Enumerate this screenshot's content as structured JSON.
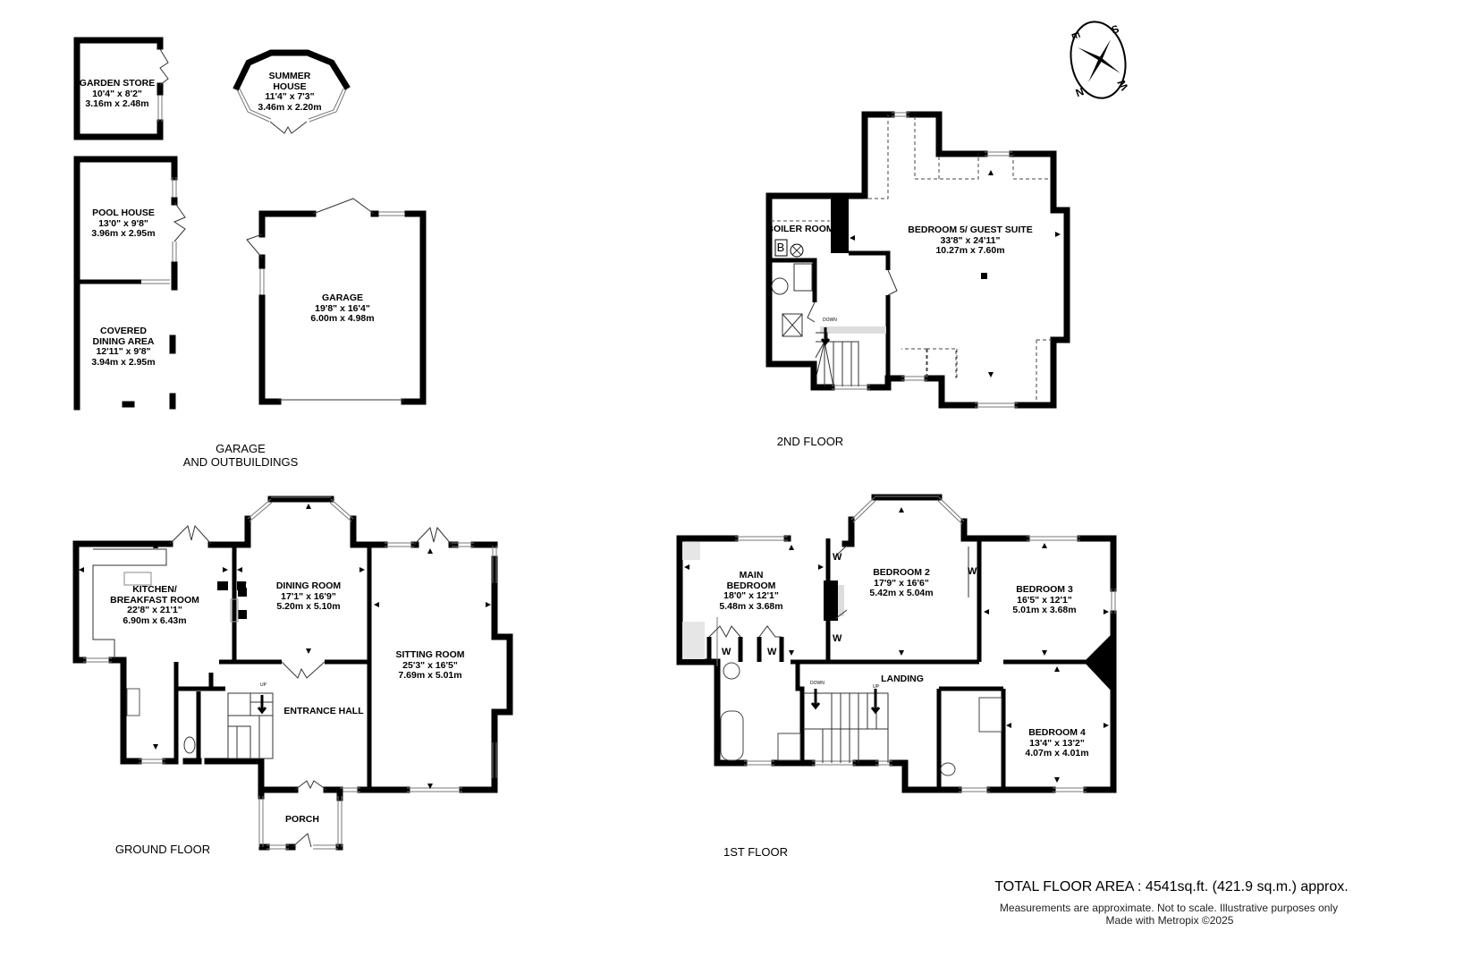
{
  "outbuildings": {
    "label_lines": [
      "GARAGE",
      "AND OUTBUILDINGS"
    ],
    "rooms": [
      {
        "name": [
          "GARDEN STORE"
        ],
        "imperial": "10'4\"  x 8'2\"",
        "metric": "3.16m  x 2.48m"
      },
      {
        "name": [
          "SUMMER",
          "HOUSE"
        ],
        "imperial": "11'4\"  x 7'3\"",
        "metric": "3.46m  x 2.20m"
      },
      {
        "name": [
          "POOL HOUSE"
        ],
        "imperial": "13'0\"  x 9'8\"",
        "metric": "3.96m  x 2.95m"
      },
      {
        "name": [
          "COVERED",
          "DINING AREA"
        ],
        "imperial": "12'11\"  x 9'8\"",
        "metric": "3.94m  x 2.95m"
      },
      {
        "name": [
          "GARAGE"
        ],
        "imperial": "19'8\"  x 16'4\"",
        "metric": "6.00m  x 4.98m"
      }
    ]
  },
  "second_floor": {
    "label": "2ND FLOOR",
    "rooms": [
      {
        "name": [
          "BEDROOM 5/ GUEST SUITE"
        ],
        "imperial": "33'8\"  x 24'11\"",
        "metric": "10.27m  x 7.60m"
      },
      {
        "name": [
          "BOILER ROOM"
        ]
      }
    ],
    "boiler_symbol": "B",
    "stair_label": "DOWN"
  },
  "ground_floor": {
    "label": "GROUND FLOOR",
    "rooms": [
      {
        "name": [
          "KITCHEN/",
          "BREAKFAST ROOM"
        ],
        "imperial": "22'8\"  x 21'1\"",
        "metric": "6.90m  x 6.43m"
      },
      {
        "name": [
          "DINING ROOM"
        ],
        "imperial": "17'1\"  x 16'9\"",
        "metric": "5.20m  x 5.10m"
      },
      {
        "name": [
          "SITTING ROOM"
        ],
        "imperial": "25'3\"  x 16'5\"",
        "metric": "7.69m  x 5.01m"
      },
      {
        "name": [
          "ENTRANCE HALL"
        ]
      },
      {
        "name": [
          "PORCH"
        ]
      }
    ],
    "stair_label": "UP"
  },
  "first_floor": {
    "label": "1ST FLOOR",
    "rooms": [
      {
        "name": [
          "MAIN",
          "BEDROOM"
        ],
        "imperial": "18'0\"  x 12'1\"",
        "metric": "5.48m  x 3.68m"
      },
      {
        "name": [
          "BEDROOM 2"
        ],
        "imperial": "17'9\"  x 16'6\"",
        "metric": "5.42m  x 5.04m"
      },
      {
        "name": [
          "BEDROOM 3"
        ],
        "imperial": "16'5\"  x 12'1\"",
        "metric": "5.01m  x 3.68m"
      },
      {
        "name": [
          "BEDROOM 4"
        ],
        "imperial": "13'4\"  x 13'2\"",
        "metric": "4.07m  x 4.01m"
      },
      {
        "name": [
          "LANDING"
        ]
      }
    ],
    "wardrobe_mark": "W",
    "stair_down_label": "DOWN",
    "stair_up_label": "UP"
  },
  "compass": {
    "letters": [
      "S",
      "W",
      "N",
      "E"
    ],
    "icon": "compass-rose-icon"
  },
  "footer": {
    "total_area": "TOTAL FLOOR AREA : 4541sq.ft. (421.9 sq.m.) approx.",
    "disclaimer": "Measurements are approximate.  Not to scale.  Illustrative purposes only",
    "credit": "Made with Metropix ©2025"
  }
}
